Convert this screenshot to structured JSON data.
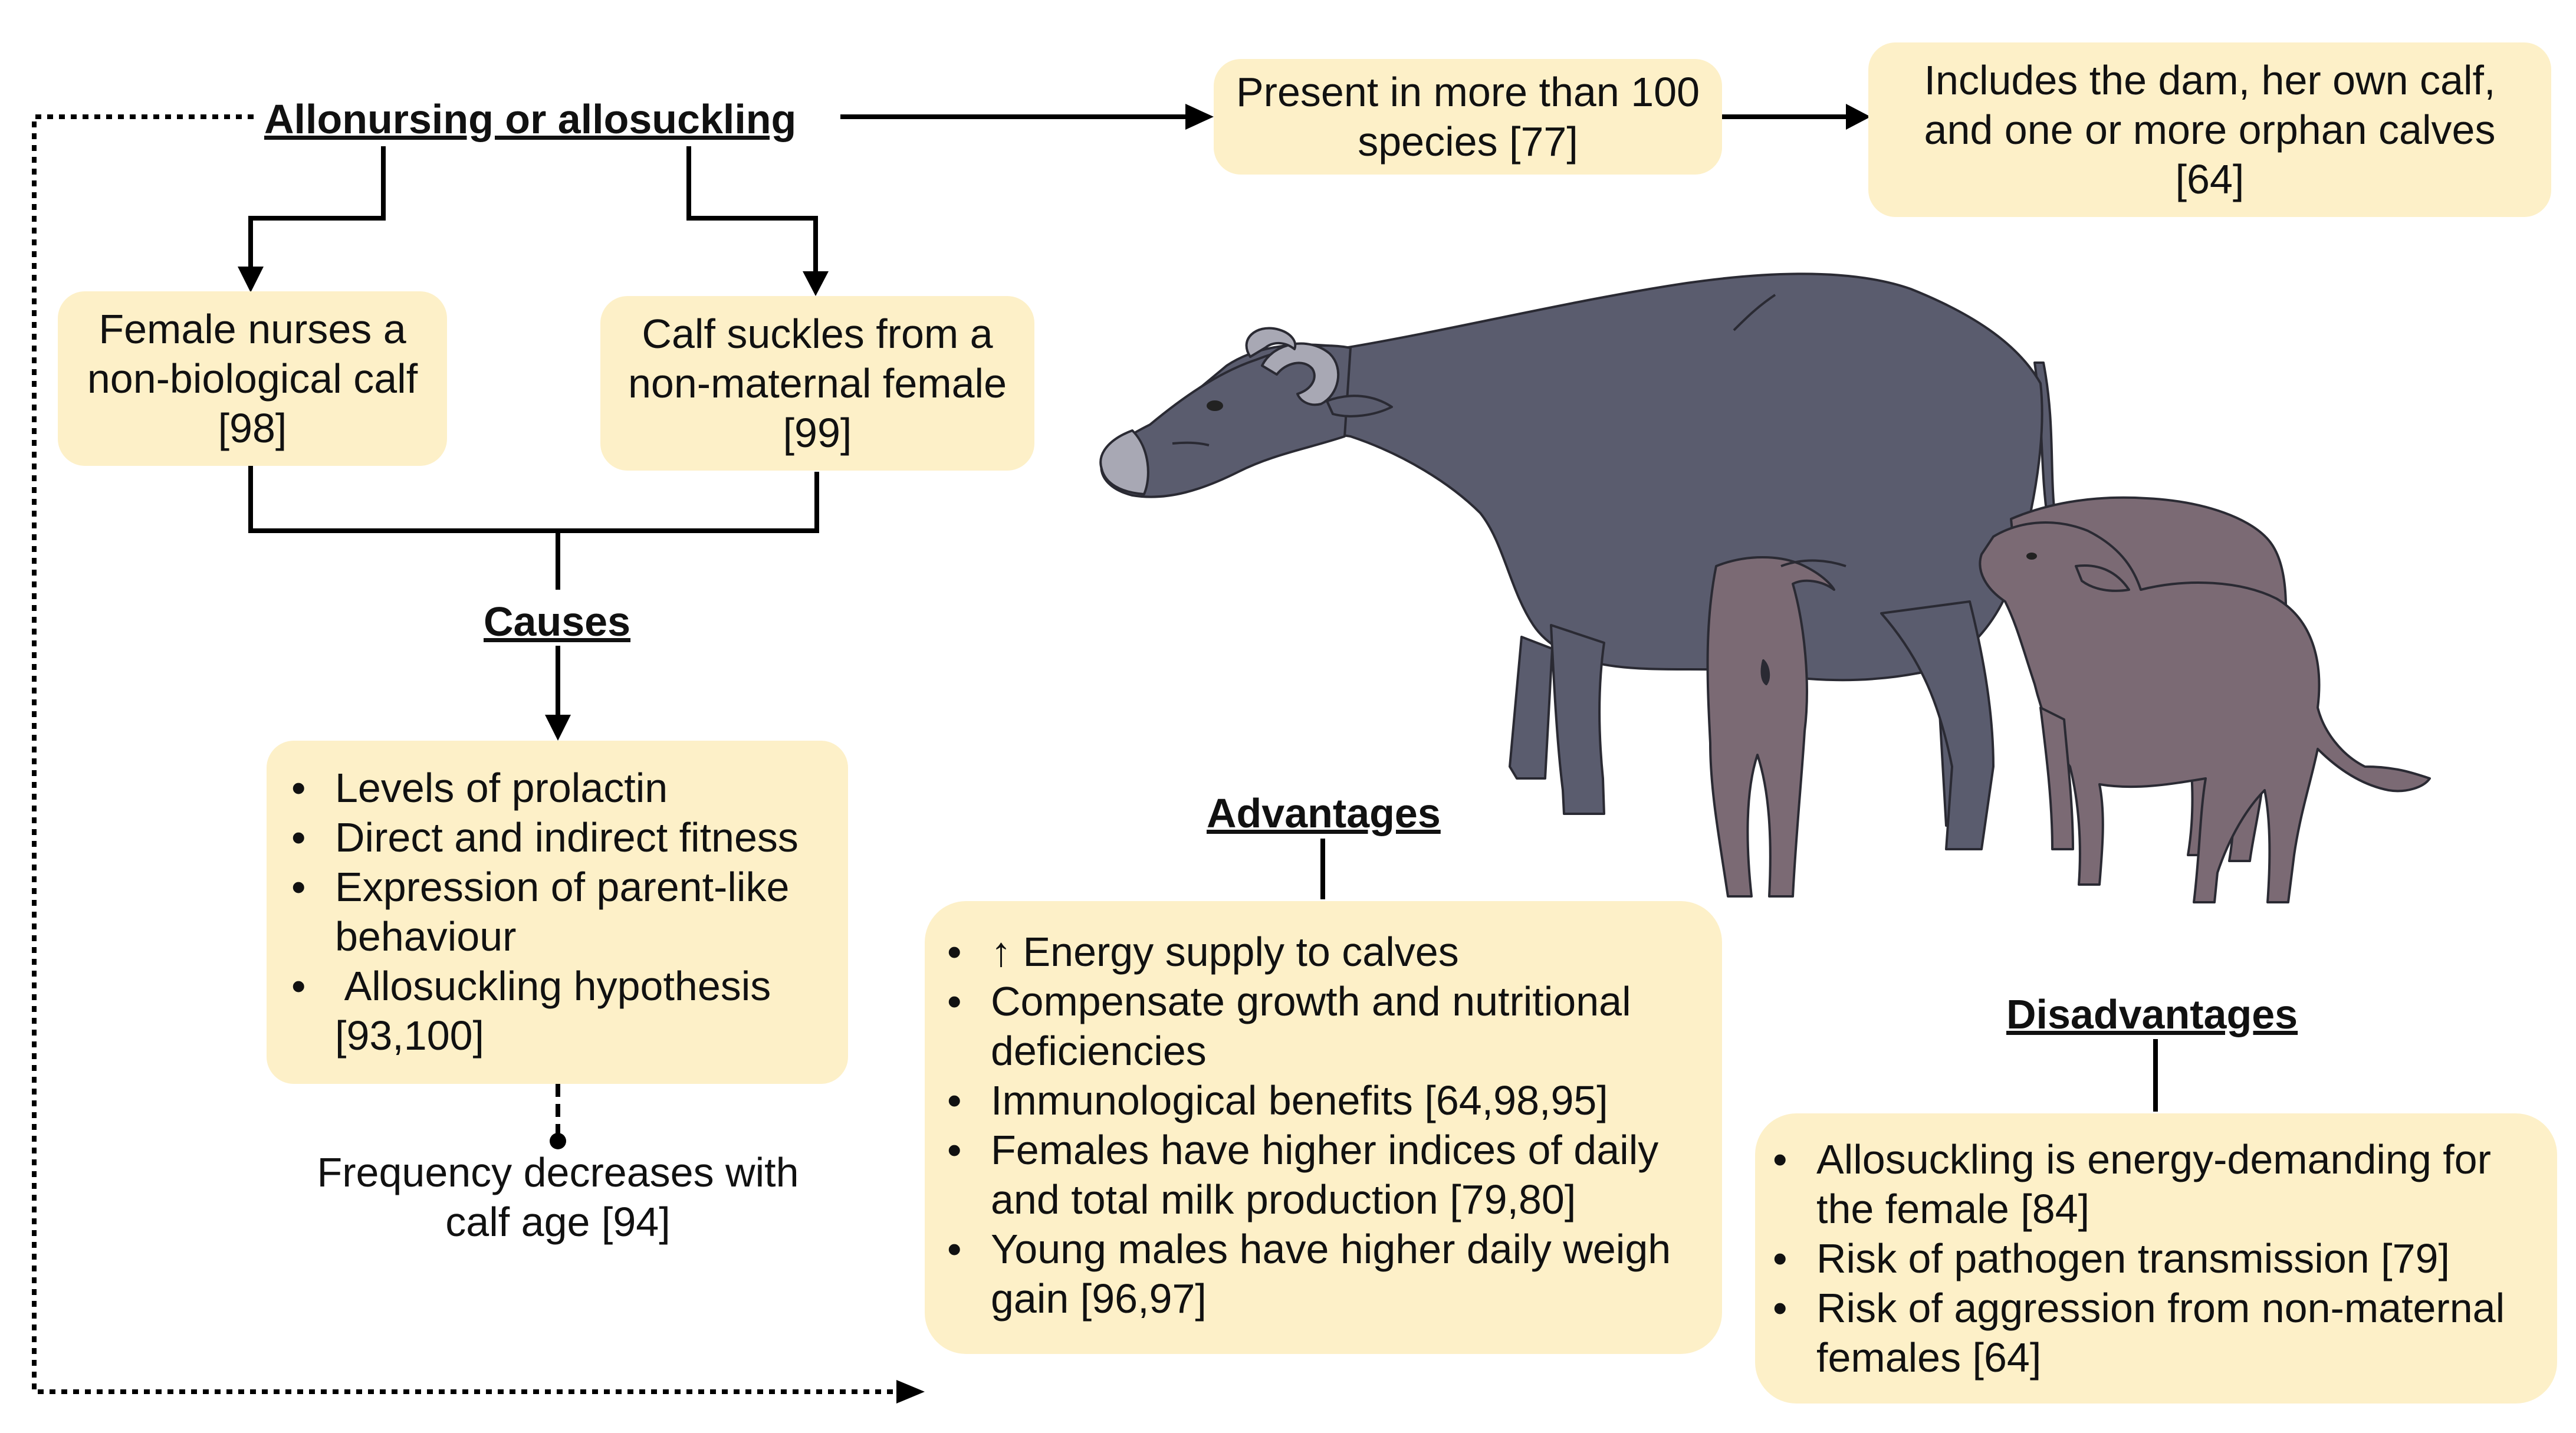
{
  "diagram": {
    "root": {
      "label": "Allonursing  or  allosuckling"
    },
    "species_box": {
      "lines": [
        "Present in more than 100",
        "species [77]"
      ]
    },
    "includes_box": {
      "lines": [
        "Includes the dam, her own calf,",
        "and one or more orphan calves",
        "[64]"
      ]
    },
    "female_box": {
      "lines": [
        "Female nurses a",
        "non-biological calf",
        "[98]"
      ]
    },
    "calf_box": {
      "lines": [
        "Calf suckles from a",
        "non-maternal female",
        "[99]"
      ]
    },
    "causes": {
      "title": "Causes",
      "items": [
        {
          "lines": [
            "Levels of prolactin"
          ]
        },
        {
          "lines": [
            "Direct and indirect fitness"
          ]
        },
        {
          "lines": [
            "Expression of parent-like",
            "behaviour"
          ]
        },
        {
          "lines": [
            " Allosuckling hypothesis",
            "[93,100]"
          ]
        }
      ]
    },
    "frequency_note": {
      "lines": [
        "Frequency decreases with",
        "calf age [94]"
      ]
    },
    "advantages": {
      "title": "Advantages",
      "items": [
        {
          "lines": [
            "↑ Energy supply to calves"
          ]
        },
        {
          "lines": [
            "Compensate growth and nutritional",
            "deficiencies"
          ]
        },
        {
          "lines": [
            "Immunological benefits [64,98,95]"
          ]
        },
        {
          "lines": [
            "Females have higher indices of daily",
            "and total milk production [79,80]"
          ]
        },
        {
          "lines": [
            "Young males have higher daily weigh",
            "gain [96,97]"
          ]
        }
      ]
    },
    "disadvantages": {
      "title": "Disadvantages",
      "items": [
        {
          "lines": [
            "Allosuckling is energy-demanding for",
            "the female [84]"
          ]
        },
        {
          "lines": [
            "Risk of pathogen transmission [79]"
          ]
        },
        {
          "lines": [
            "Risk of aggression from non-maternal",
            "females [64]"
          ]
        }
      ]
    },
    "colors": {
      "box_fill": "#fdf0c8",
      "buffalo": "#5a5c6e",
      "buffalo_horn": "#a8a8b4",
      "calf": "#7b6a74",
      "connector": "#000000"
    },
    "illustration": {
      "icons": [
        "water-buffalo-cow-icon",
        "left-calf-icon",
        "right-calf-icon"
      ]
    }
  }
}
